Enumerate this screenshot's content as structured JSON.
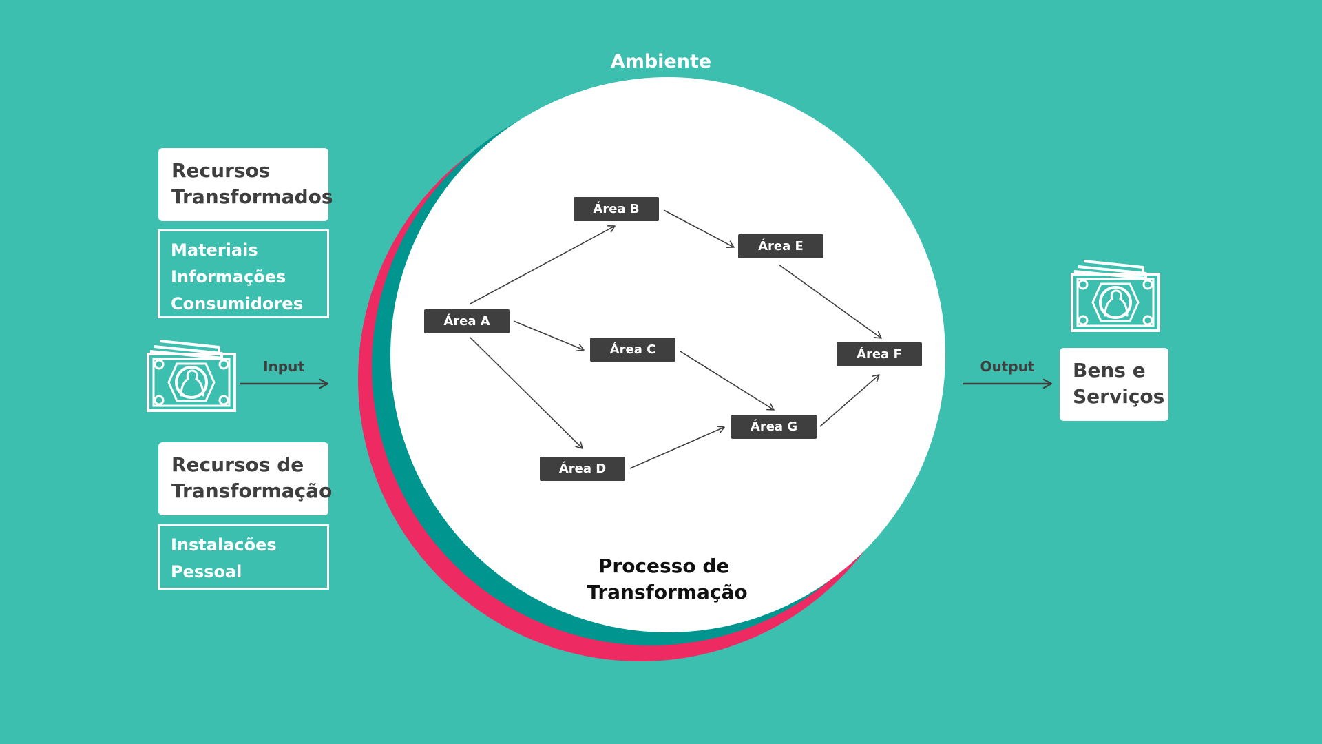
{
  "environment_label": "Ambiente",
  "process_label": [
    "Processo de",
    "Transformação"
  ],
  "input_label": "Input",
  "output_label": "Output",
  "transformed_resources": {
    "title": [
      "Recursos",
      "Transformados"
    ],
    "items": [
      "Materiais",
      "Informações",
      "Consumidores"
    ]
  },
  "transforming_resources": {
    "title": [
      "Recursos de",
      "Transformação"
    ],
    "items": [
      "Instalacões",
      "Pessoal"
    ]
  },
  "outputs": {
    "title": [
      "Bens e",
      "Serviços"
    ]
  },
  "areas": [
    {
      "id": "A",
      "label": "Área A"
    },
    {
      "id": "B",
      "label": "Área B"
    },
    {
      "id": "C",
      "label": "Área C"
    },
    {
      "id": "D",
      "label": "Área D"
    },
    {
      "id": "E",
      "label": "Área E"
    },
    {
      "id": "F",
      "label": "Área F"
    },
    {
      "id": "G",
      "label": "Área G"
    }
  ],
  "flows": [
    {
      "from": "A",
      "to": "B"
    },
    {
      "from": "A",
      "to": "C"
    },
    {
      "from": "A",
      "to": "D"
    },
    {
      "from": "B",
      "to": "E"
    },
    {
      "from": "C",
      "to": "G"
    },
    {
      "from": "D",
      "to": "G"
    },
    {
      "from": "E",
      "to": "F"
    },
    {
      "from": "G",
      "to": "F"
    }
  ],
  "icons": {
    "input": "money-bills-icon",
    "output": "money-bills-icon"
  },
  "colors": {
    "background": "#3dbfb0",
    "environment_circle": "#ffffff",
    "process_ring_dark": "#00968f",
    "process_ring_accent": "#ee2a62",
    "area_box": "#3f3f3f",
    "text_dark": "#3f3f3f"
  }
}
